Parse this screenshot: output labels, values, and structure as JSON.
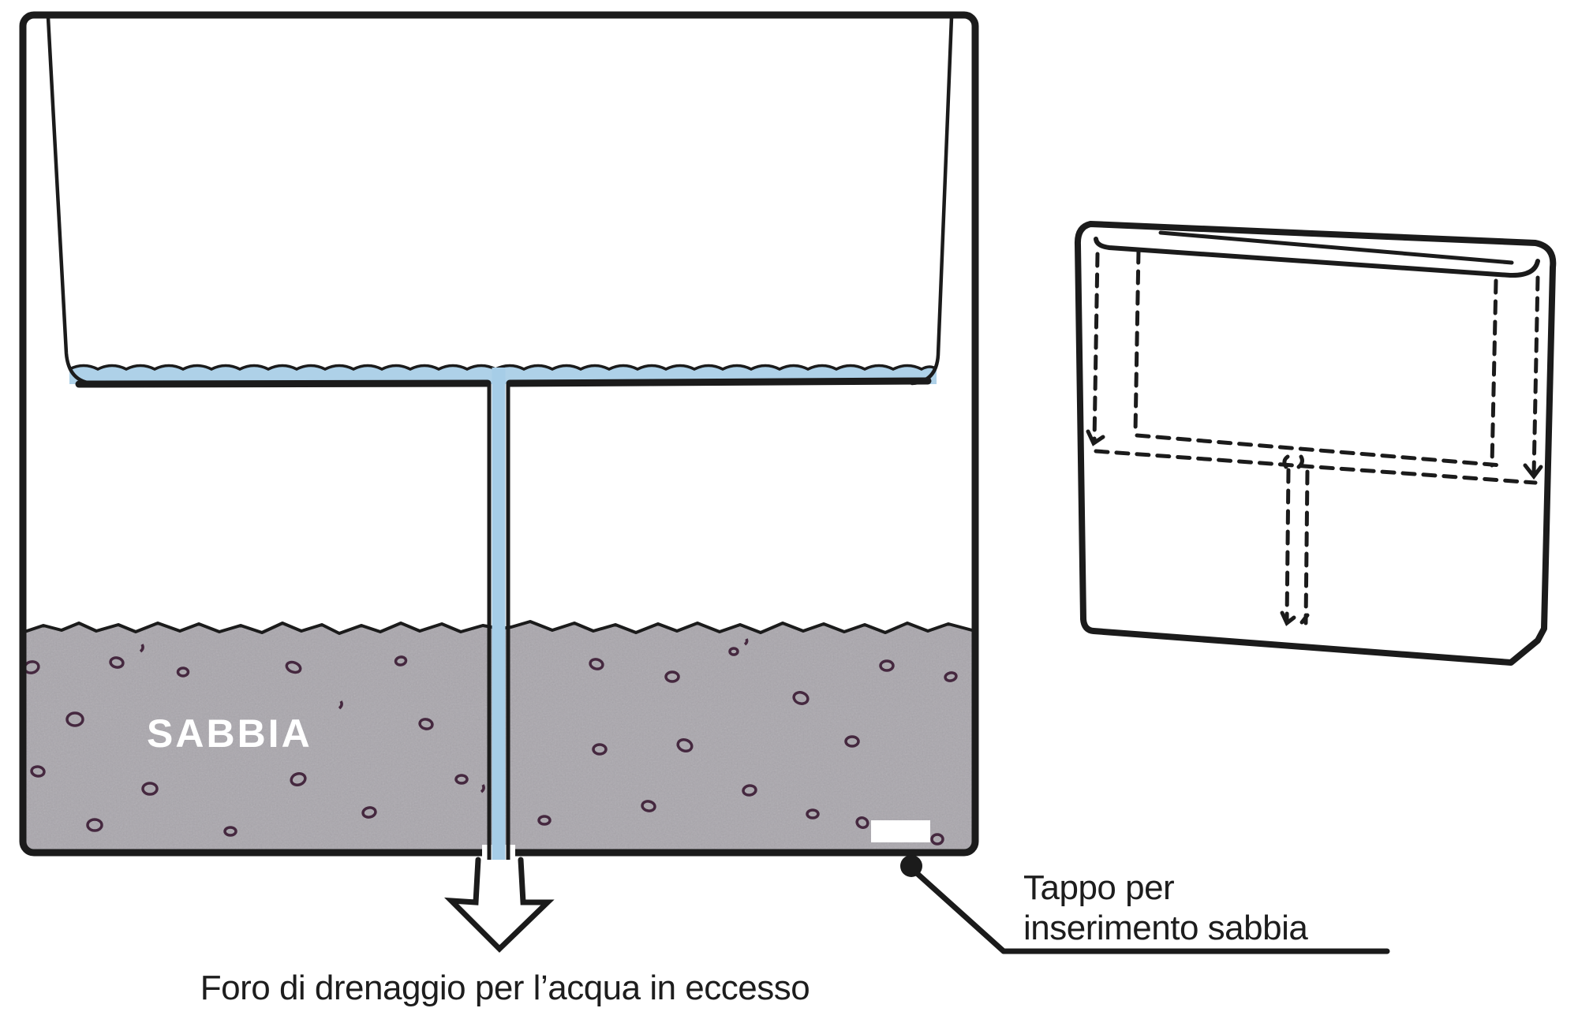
{
  "diagram_title": "planter-cross-section",
  "labels": {
    "sand": "SABBIA",
    "drain_caption": "Foro di drenaggio per l’acqua in eccesso",
    "plug_caption_line1": "Tappo per",
    "plug_caption_line2": "inserimento sabbia"
  },
  "colors": {
    "background": "#ffffff",
    "ink": "#1b1b1b",
    "water_blue": "#aed1e8",
    "tube_blue": "#a6cde7",
    "sand_gray": "#aaa7ad",
    "speckle_plum": "#45283f",
    "sand_text_white": "#ffffff"
  }
}
